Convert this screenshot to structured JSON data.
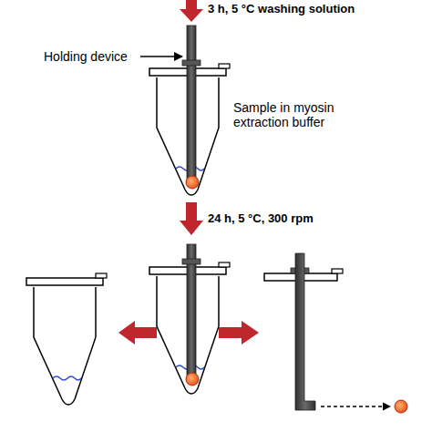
{
  "diagram": {
    "labels": [
      "3 h, 5 °C washing solution",
      "Holding device",
      "Sample in myosin extraction buffer",
      "24 h, 5 °C, 300 rpm"
    ]
  }
}
